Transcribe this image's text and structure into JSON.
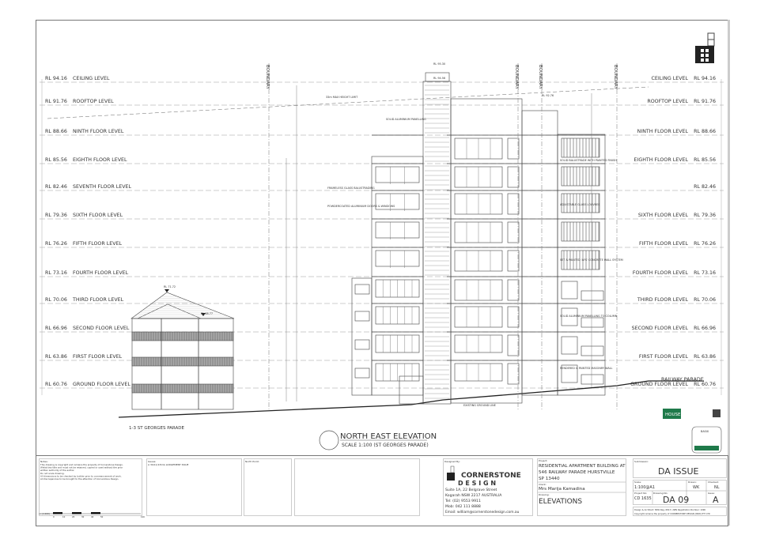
{
  "levels": [
    {
      "name": "CEILING LEVEL",
      "rl": "RL 94.16",
      "right_name": "CEILING LEVEL"
    },
    {
      "name": "ROOFTOP LEVEL",
      "rl": "RL 91.76",
      "right_name": "ROOFTOP LEVEL"
    },
    {
      "name": "NINTH FLOOR LEVEL",
      "rl": "RL 88.66",
      "right_name": "NINTH FLOOR LEVEL"
    },
    {
      "name": "EIGHTH FLOOR LEVEL",
      "rl": "RL 85.56",
      "right_name": "EIGHTH FLOOR LEVEL"
    },
    {
      "name": "SEVENTH FLOOR LEVEL",
      "rl": "RL 82.46",
      "right_name": ""
    },
    {
      "name": "SIXTH FLOOR LEVEL",
      "rl": "RL 79.36",
      "right_name": "SIXTH FLOOR LEVEL"
    },
    {
      "name": "FIFTH FLOOR LEVEL",
      "rl": "RL 76.26",
      "right_name": "FIFTH FLOOR LEVEL"
    },
    {
      "name": "FOURTH FLOOR LEVEL",
      "rl": "RL 73.16",
      "right_name": "FOURTH FLOOR LEVEL"
    },
    {
      "name": "THIRD FLOOR LEVEL",
      "rl": "RL 70.06",
      "right_name": "THIRD FLOOR LEVEL"
    },
    {
      "name": "SECOND FLOOR LEVEL",
      "rl": "RL 66.96",
      "right_name": "SECOND FLOOR LEVEL"
    },
    {
      "name": "FIRST FLOOR LEVEL",
      "rl": "RL 63.86",
      "right_name": "FIRST FLOOR LEVEL"
    },
    {
      "name": "GROUND FLOOR LEVEL",
      "rl": "RL 60.76",
      "right_name": "GROUND FLOOR LEVEL"
    }
  ],
  "boundary_label": "BOUNDARY",
  "annotations": {
    "height_limit": "33m MAX HEIGHT LIMIT",
    "rl_top": "RL 95.30",
    "rl_core": "RL 94.56",
    "rl_roof": "RL 92.76",
    "solid_panelling": "SOLID ALUMINIUM PANELLING",
    "frameless_glass": "FRAMELESS GLASS BALUSTRADING",
    "powdercoated": "POWDERCOATED ALUMINIUM DOORS & WINDOWS",
    "solid_balustrade": "SOLID BALUSTRADE WITH PAINTED FINISH",
    "louvres": "ADJUSTABLE GLASS LOUVRES",
    "afs_wall": "SET & PAINTED 'AFS' CONCRETE WALL SYSTEM",
    "column_panelling": "SOLID ALUMINIUM PANELLING TO COLUMN",
    "masonry_wall": "RENDERED & PAINTED MASONRY WALL",
    "existing_ground": "EXISTING GROUND LINE",
    "railway_parade": "RAILWAY PARADE",
    "neighbour": "1-3 ST GEORGES PARADE",
    "neighbour_rl1": "RL 71.72",
    "neighbour_rl2": "RL 68.77"
  },
  "elevation_title": "NORTH EAST ELEVATION",
  "elevation_scale": "SCALE 1:100 (ST GEORGES PARADE)",
  "title_block": {
    "notes_label": "Notes:",
    "notes": [
      "This drawing is copyright and remains the property of Cornerstone Design.",
      "Whilst this title and must not be retained, copied or used without the prior",
      "written authority of the author.",
      "Do not scale drawing.",
      "All dimensions to be checked by builder prior to commencement of work.",
      "All discrepancies to be brought to the attention of Cornerstone Design."
    ],
    "issues_label": "Issues:",
    "issue": "A  30/11/18  DA LODGEMENT ISSUE",
    "north_label": "North Point:",
    "designed_by_label": "Designed By:",
    "firm_name": "CORNERSTONE",
    "firm_sub": "D E S I G N",
    "address1": "Suite 1A, 22 Belgrave Street",
    "address2": "Kogarah NSW 2217 AUSTRALIA",
    "tel": "Tel:  (02)  9553 9911",
    "mob": "Mob:  042 111 8888",
    "email": "Email:  william@cornerstonedesign.com.au",
    "project_label": "Project:",
    "project1": "RESIDENTIAL APARTMENT BUILDING AT",
    "project2": "546 RAILWAY PARADE HURSTVILLE",
    "project3": "SP 13440",
    "client_label": "Client:",
    "client": "Mrs Marija Kamadina",
    "drawing_label": "Drawing:",
    "drawing": "ELEVATIONS",
    "submission_label": "Submission:",
    "submission": "DA ISSUE",
    "scale_label": "Scale:",
    "scale": "1:100@A1",
    "drawn_label": "Drawn:",
    "drawn": "WK",
    "checked_label": "Checked:",
    "checked": "NL",
    "project_no_label": "Project No:",
    "project_no": "CD 1635",
    "drawing_no_label": "Drawing No:",
    "drawing_no": "DA 09",
    "issue_label": "Issue:",
    "issue_letter": "A",
    "footer1": "Design & Architect: NSW Reg. 6813 / ABN Registration Number: 1096",
    "footer2": "Copyright remains the property of CORNERSTONE DESIGN (NSW) PTY LTD",
    "scale_bar": [
      "0",
      "10",
      "20",
      "30",
      "40",
      "50",
      "100"
    ],
    "scale_prefix": "A1 (1:100)"
  },
  "badges": {
    "house_logo": "HOUSE",
    "basix": "BASIX"
  }
}
